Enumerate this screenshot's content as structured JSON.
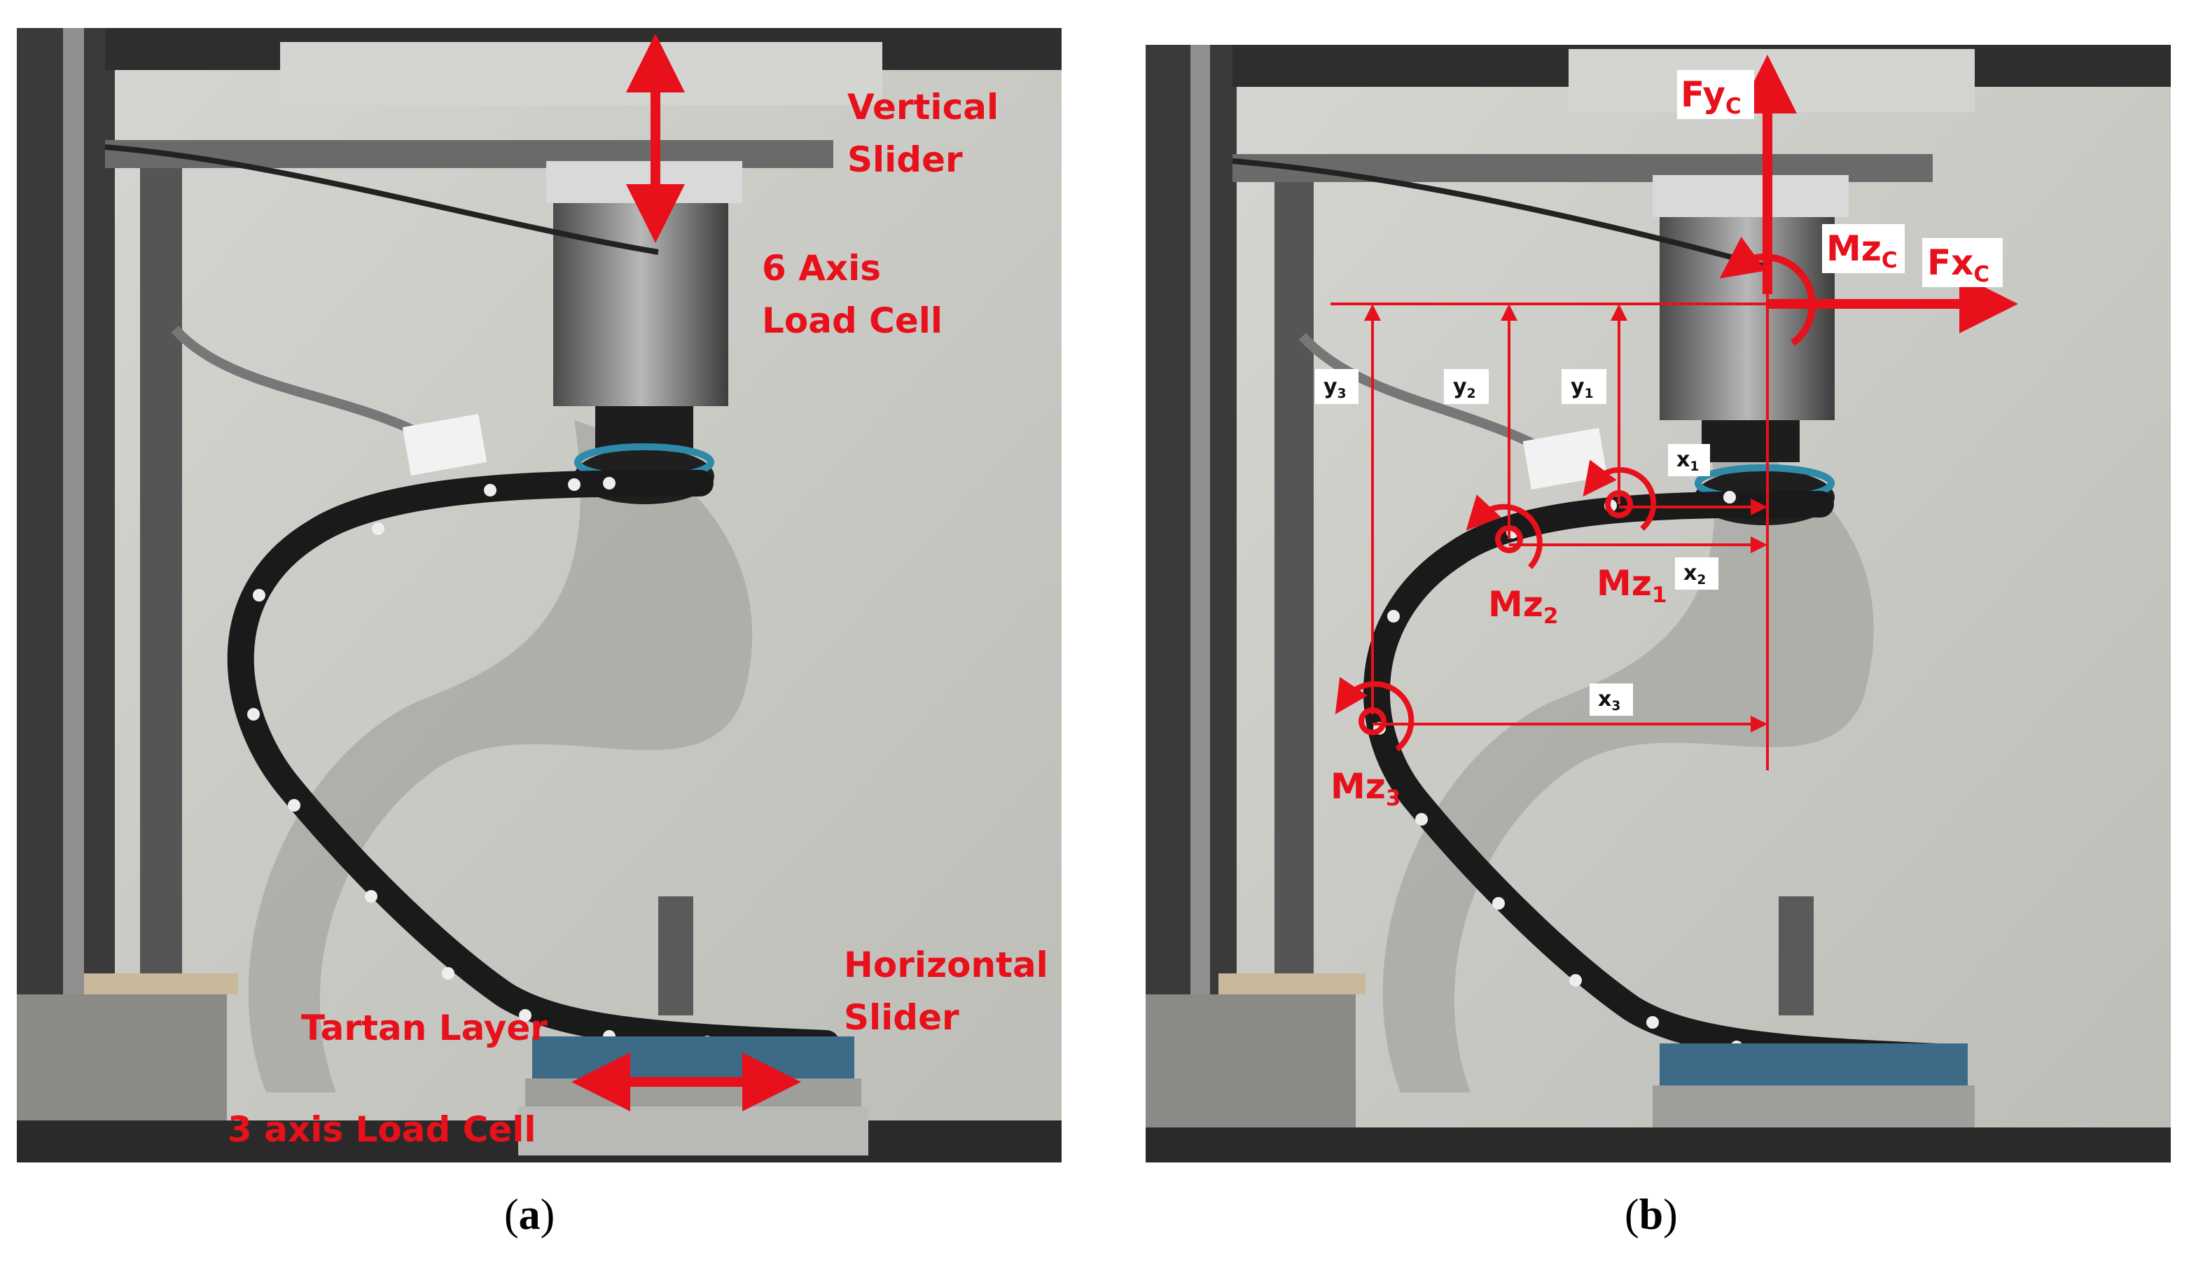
{
  "panel_a": {
    "caption_left": "(",
    "caption_letter": "a",
    "caption_right": ")",
    "labels": {
      "vertical_slider_1": "Vertical",
      "vertical_slider_2": "Slider",
      "load_cell_6_1": "6 Axis",
      "load_cell_6_2": "Load Cell",
      "horizontal_slider_1": "Horizontal",
      "horizontal_slider_2": "Slider",
      "tartan_layer": "Tartan Layer",
      "load_cell_3": "3 axis Load Cell"
    }
  },
  "panel_b": {
    "caption_left": "(",
    "caption_letter": "b",
    "caption_right": ")",
    "forces": {
      "fy_main": "Fy",
      "fy_sub": "C",
      "fx_main": "Fx",
      "fx_sub": "C",
      "mzc_main": "Mz",
      "mzc_sub": "C"
    },
    "dimensions": {
      "y1_main": "y",
      "y1_sub": "1",
      "y2_main": "y",
      "y2_sub": "2",
      "y3_main": "y",
      "y3_sub": "3",
      "x1_main": "x",
      "x1_sub": "1",
      "x2_main": "x",
      "x2_sub": "2",
      "x3_main": "x",
      "x3_sub": "3"
    },
    "moments": {
      "mz1_main": "Mz",
      "mz1_sub": "1",
      "mz2_main": "Mz",
      "mz2_sub": "2",
      "mz3_main": "Mz",
      "mz3_sub": "3"
    }
  },
  "colors": {
    "annotation_red": "#e8101a",
    "wall": "#c9c9c4",
    "frame_dark": "#3a3a3a",
    "tartan_blue": "#3d6a86"
  }
}
